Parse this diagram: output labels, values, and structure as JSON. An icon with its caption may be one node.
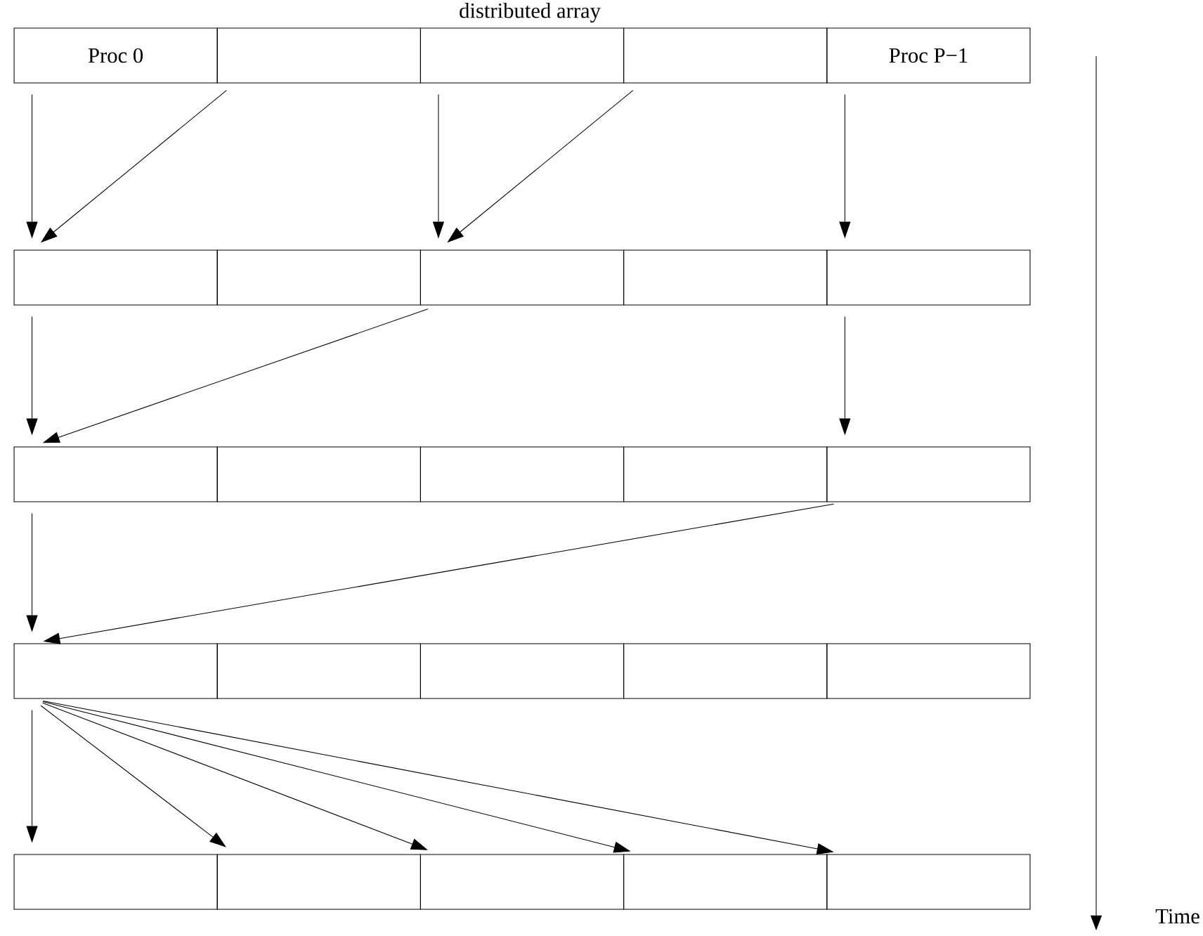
{
  "diagram": {
    "nodes": [
      {
        "text": [
          "Proc 0"
        ]
      },
      {
        "text": [],
        "shape": "box"
      },
      {
        "text": [],
        "shape": "box"
      },
      {
        "text": [],
        "shape": "box"
      },
      {
        "text": [
          "Proc P−1"
        ]
      },
      {
        "text": [],
        "shape": "box"
      },
      {
        "text": [],
        "shape": "box"
      },
      {
        "text": [],
        "shape": "box"
      },
      {
        "text": [],
        "shape": "box"
      },
      {
        "text": [],
        "shape": "box"
      },
      {
        "text": [],
        "shape": "box"
      },
      {
        "text": [],
        "shape": "box"
      },
      {
        "text": [],
        "shape": "box"
      },
      {
        "text": [],
        "shape": "box"
      },
      {
        "text": [],
        "shape": "box"
      },
      {
        "text": [],
        "shape": "box"
      },
      {
        "text": [],
        "shape": "box"
      },
      {
        "text": [],
        "shape": "box"
      },
      {
        "text": [],
        "shape": "box"
      },
      {
        "text": [],
        "shape": "box"
      },
      {
        "text": [],
        "shape": "box"
      },
      {
        "text": [],
        "shape": "box"
      },
      {
        "text": [],
        "shape": "box"
      },
      {
        "text": [],
        "shape": "box"
      },
      {
        "text": [],
        "shape": "box"
      }
    ],
    "edges": [
      {
        "from": 0,
        "to": 5,
        "arrow": "to"
      },
      {
        "from": 1,
        "to": 5,
        "arrow": "to"
      },
      {
        "from": 2,
        "to": 7,
        "arrow": "to"
      },
      {
        "from": 3,
        "to": 7,
        "arrow": "to"
      },
      {
        "from": 4,
        "to": 9,
        "arrow": "to"
      },
      {
        "from": 5,
        "to": 10,
        "arrow": "to"
      },
      {
        "from": 7,
        "to": 10,
        "arrow": "to"
      },
      {
        "from": 9,
        "to": 14,
        "arrow": "to"
      },
      {
        "from": 10,
        "to": 15,
        "arrow": "to"
      },
      {
        "from": 14,
        "to": 15,
        "arrow": "to"
      },
      {
        "from": 15,
        "to": 20,
        "arrow": "to"
      },
      {
        "from": 15,
        "to": 21,
        "arrow": "to"
      },
      {
        "from": 15,
        "to": 22,
        "arrow": "to"
      },
      {
        "from": 15,
        "to": 23,
        "arrow": "to"
      },
      {
        "from": 15,
        "to": 24,
        "arrow": "to"
      }
    ],
    "labels": [
      "distributed array",
      "Time"
    ]
  }
}
